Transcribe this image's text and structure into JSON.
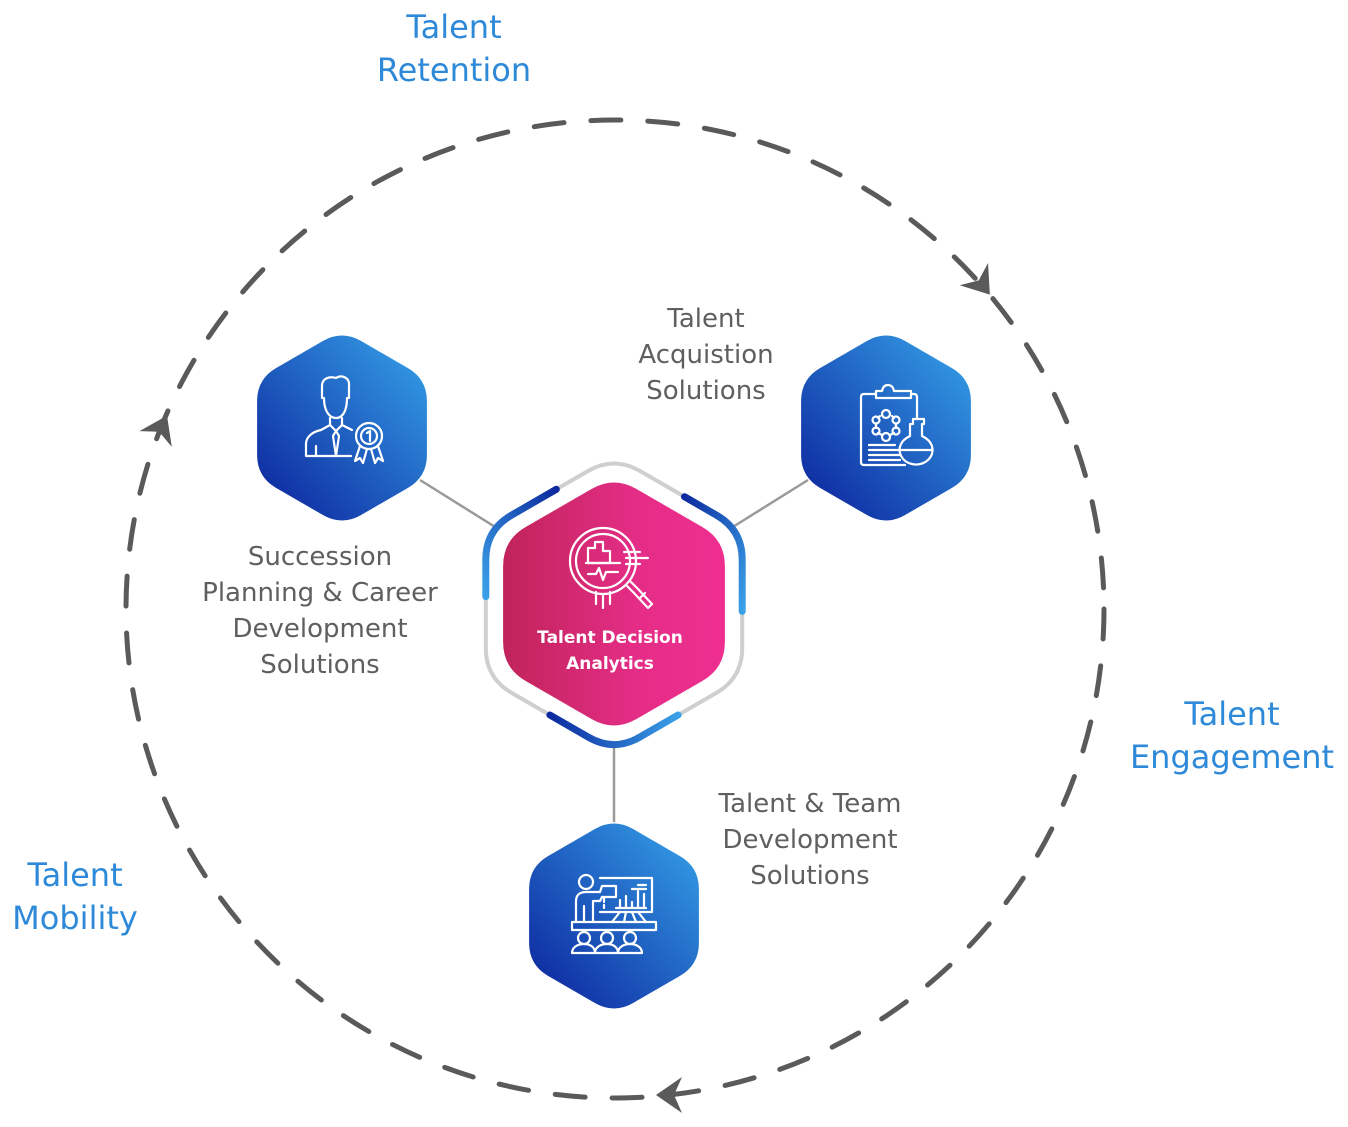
{
  "title": "Talent Decision Analytics cycle",
  "colors": {
    "outer_label": "#2e8ad8",
    "inner_label": "#5f5f5f",
    "center_gradient_start": "#c0245a",
    "center_gradient_end": "#ec2e8e",
    "hex_gradient_start": "#0a1f9a",
    "hex_gradient_end": "#36a4ea",
    "ring_gray": "#cfcfcf",
    "dashed_circle": "#5a5a5a",
    "connector": "#9a9a9a"
  },
  "cycle": {
    "direction": "clockwise",
    "stages": [
      {
        "id": "retention",
        "lines": [
          "Talent",
          "Retention"
        ]
      },
      {
        "id": "engagement",
        "lines": [
          "Talent",
          "Engagement"
        ]
      },
      {
        "id": "mobility",
        "lines": [
          "Talent",
          "Mobility"
        ]
      }
    ]
  },
  "center": {
    "lines": [
      "Talent Decision",
      "Analytics"
    ],
    "icon": "magnifier-chart-icon"
  },
  "nodes": [
    {
      "id": "succession",
      "icon": "employee-award-icon",
      "lines": [
        "Succession",
        "Planning & Career",
        "Development",
        "Solutions"
      ]
    },
    {
      "id": "acquisition",
      "icon": "clipboard-flask-icon",
      "lines": [
        "Talent",
        "Acquistion",
        "Solutions"
      ]
    },
    {
      "id": "team-development",
      "icon": "presentation-audience-icon",
      "lines": [
        "Talent & Team",
        "Development",
        "Solutions"
      ]
    }
  ]
}
